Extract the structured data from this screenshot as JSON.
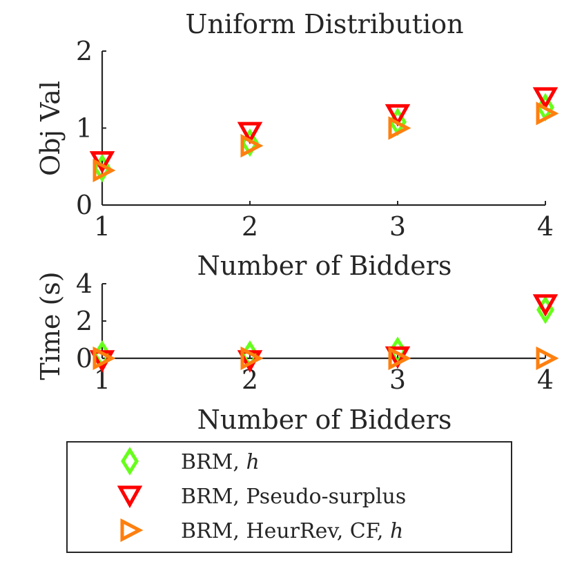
{
  "chart_data": [
    {
      "type": "scatter",
      "title": "Uniform Distribution",
      "xlabel": "Number of Bidders",
      "ylabel": "Obj Val",
      "xlim": [
        1,
        4
      ],
      "ylim": [
        0,
        2
      ],
      "xticks": [
        "1",
        "2",
        "3",
        "4"
      ],
      "yticks": [
        "0",
        "1",
        "2"
      ],
      "x": [
        1,
        2,
        3,
        4
      ],
      "series": [
        {
          "name": "BRM, h",
          "marker": "diamond",
          "color": "#66ff1a",
          "values": [
            0.48,
            0.81,
            1.08,
            1.27
          ]
        },
        {
          "name": "BRM, Pseudo-surplus",
          "marker": "triangle-down",
          "color": "#ff0000",
          "values": [
            0.57,
            0.95,
            1.18,
            1.4
          ]
        },
        {
          "name": "BRM, HeurRev, CF, h",
          "marker": "triangle-right",
          "color": "#ff7f0e",
          "values": [
            0.45,
            0.77,
            1.0,
            1.19
          ]
        }
      ]
    },
    {
      "type": "scatter",
      "title": "",
      "xlabel": "Number of Bidders",
      "ylabel": "Time (s)",
      "xlim": [
        1,
        4
      ],
      "ylim": [
        0,
        4
      ],
      "xticks": [
        "1",
        "2",
        "3",
        "4"
      ],
      "yticks": [
        "0",
        "2",
        "4"
      ],
      "x": [
        1,
        2,
        3,
        4
      ],
      "series": [
        {
          "name": "BRM, h",
          "marker": "diamond",
          "color": "#66ff1a",
          "values": [
            0.2,
            0.2,
            0.4,
            2.6
          ]
        },
        {
          "name": "BRM, Pseudo-surplus",
          "marker": "triangle-down",
          "color": "#ff0000",
          "values": [
            -0.1,
            -0.1,
            0.1,
            2.9
          ]
        },
        {
          "name": "BRM, HeurRev, CF, h",
          "marker": "triangle-right",
          "color": "#ff7f0e",
          "values": [
            0.0,
            0.0,
            0.0,
            0.0
          ]
        }
      ]
    }
  ],
  "legend": {
    "placement": "bottom",
    "items": [
      {
        "label": "BRM, ",
        "italic": "h",
        "marker": "diamond",
        "color": "#66ff1a"
      },
      {
        "label": "BRM, Pseudo-surplus",
        "italic": "",
        "marker": "triangle-down",
        "color": "#ff0000"
      },
      {
        "label": "BRM, HeurRev, CF, ",
        "italic": "h",
        "marker": "triangle-right",
        "color": "#ff7f0e"
      }
    ]
  }
}
